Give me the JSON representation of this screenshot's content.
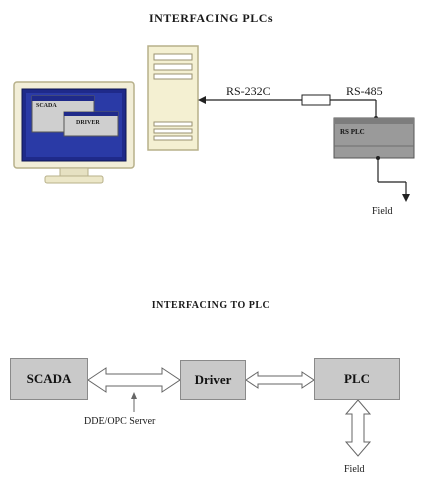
{
  "top_diagram": {
    "title": "INTERFACING PLCs",
    "monitor": {
      "window1_label": "SCADA",
      "window2_label": "DRIVER"
    },
    "link_left_label": "RS-232C",
    "link_right_label": "RS-485",
    "plc_label": "RS PLC",
    "field_label": "Field"
  },
  "bottom_diagram": {
    "title": "INTERFACING TO PLC",
    "scada_label": "SCADA",
    "driver_label": "Driver",
    "plc_label": "PLC",
    "server_label": "DDE/OPC Server",
    "field_label": "Field"
  },
  "colors": {
    "monitor_bezel": "#f2eed8",
    "screen_blue": "#1f2a8a",
    "window_grey": "#cfcfcf",
    "tower": "#f4f0d2",
    "plc_box": "#9a9a9a",
    "block_grey": "#c9c9c9"
  }
}
